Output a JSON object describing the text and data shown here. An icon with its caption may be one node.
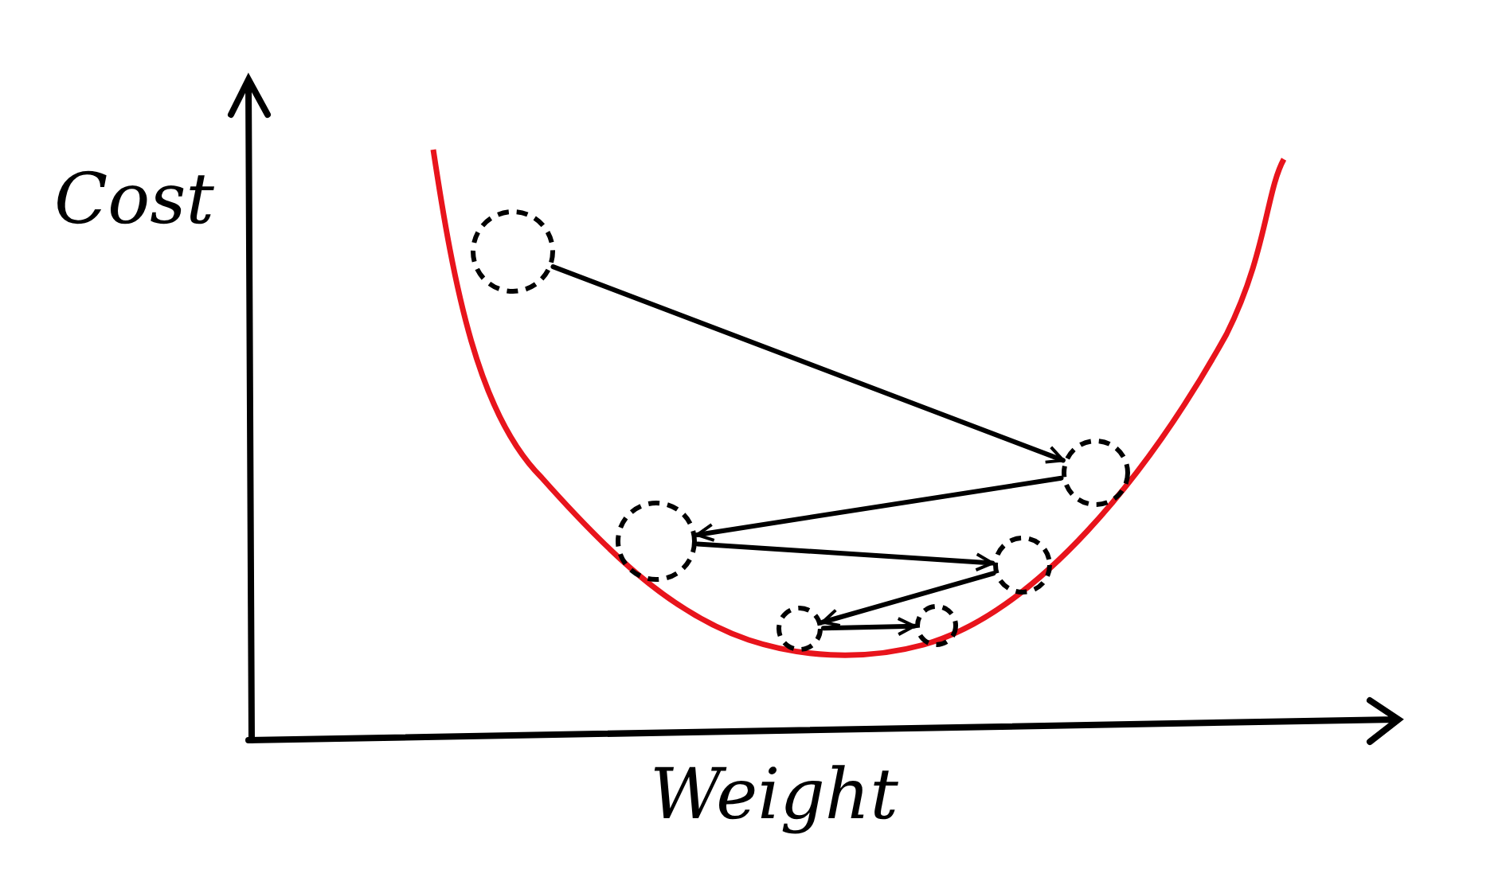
{
  "diagram": {
    "nodes": [
      {
        "text": [],
        "shape": "circle"
      },
      {
        "text": [],
        "shape": "circle"
      },
      {
        "text": [],
        "shape": "circle"
      },
      {
        "text": [],
        "shape": "circle"
      },
      {
        "text": [],
        "shape": "circle"
      },
      {
        "text": [],
        "shape": "circle"
      }
    ],
    "edges": [
      {
        "from": 0,
        "to": 1,
        "arrow": "to"
      },
      {
        "from": 1,
        "to": 2,
        "arrow": "to"
      },
      {
        "from": 2,
        "to": 3,
        "arrow": "to"
      },
      {
        "from": 3,
        "to": 4,
        "arrow": "to"
      },
      {
        "from": 4,
        "to": 5,
        "arrow": "to"
      }
    ],
    "labels": [
      "Cost",
      "Weight"
    ]
  }
}
